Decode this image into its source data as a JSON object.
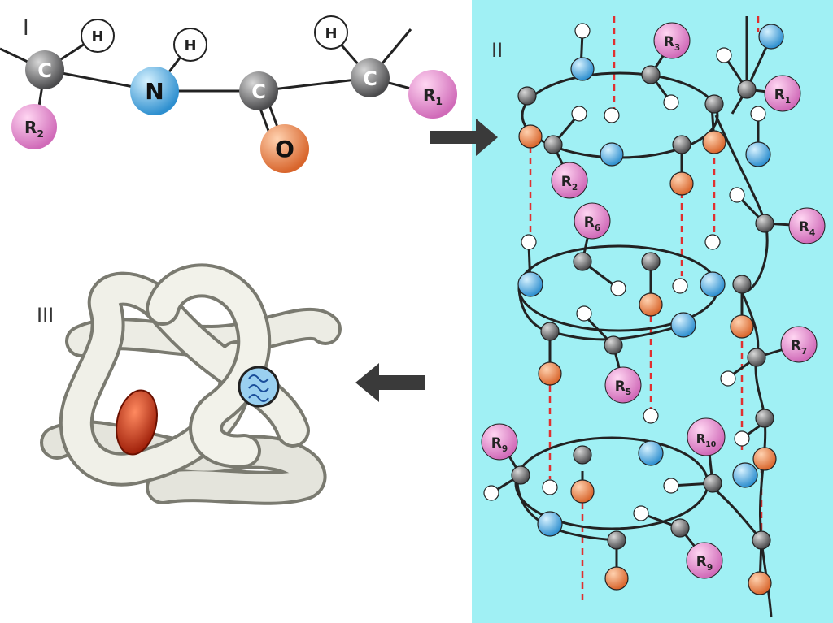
{
  "panels": {
    "primary": {
      "label": "I"
    },
    "helix": {
      "label": "II"
    },
    "tertiary": {
      "label": "III"
    }
  },
  "atoms": {
    "carbon": "C",
    "nitrogen": "N",
    "oxygen": "O",
    "hydrogen": "H"
  },
  "residues": {
    "primary_r1": "R1",
    "primary_r2": "R2",
    "helix_r1": "R1",
    "helix_r2": "R2",
    "helix_r3": "R3",
    "helix_r4": "R4",
    "helix_r5": "R5",
    "helix_r6": "R6",
    "helix_r7": "R7",
    "helix_r9_left": "R9",
    "helix_r10": "R10",
    "helix_r9_bottom": "R9"
  },
  "colors": {
    "carbon": "#8a8c8e",
    "nitrogen": "#4fb3e6",
    "oxygen": "#e8804a",
    "hydrogen": "#ffffff",
    "residue": "#e98bd0",
    "helix_background": "#a0f0f4",
    "hbond": "#e03030",
    "arrow": "#3a3a3a",
    "heme": "#c42a10"
  },
  "icons": {
    "arrow_to_helix": "arrow-right-icon",
    "arrow_to_tertiary": "arrow-left-icon"
  }
}
